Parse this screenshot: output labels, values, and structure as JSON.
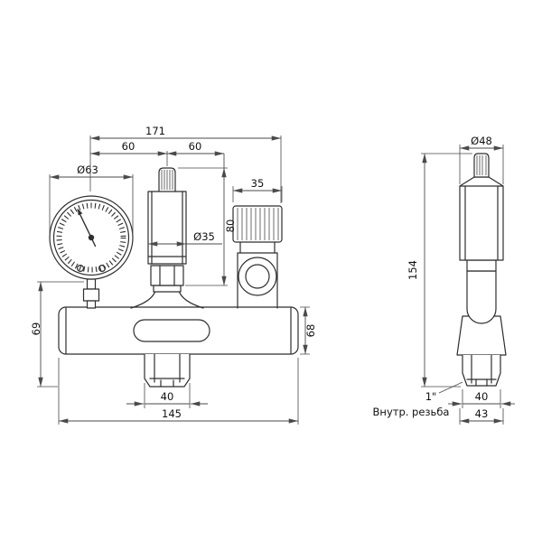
{
  "front_view": {
    "overall_width": "171",
    "span_left": "60",
    "span_right": "60",
    "gauge_diameter": "Ø63",
    "valve_cap_width": "35",
    "vent_height": "80",
    "vent_diameter": "Ø35",
    "left_height": "69",
    "right_height": "68",
    "outlet_width": "40",
    "body_width": "145"
  },
  "side_view": {
    "top_diameter": "Ø48",
    "overall_height": "154",
    "thread_size": "1\"",
    "thread_note": "Внутр. резьба",
    "outlet_width": "40",
    "base_width": "43"
  }
}
